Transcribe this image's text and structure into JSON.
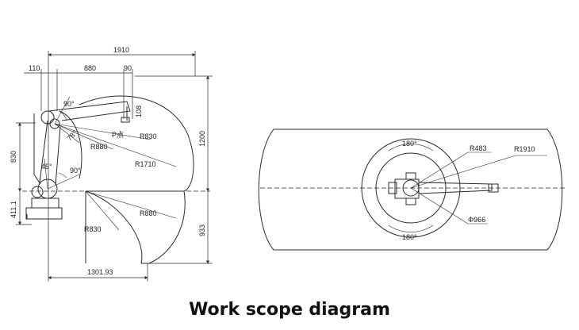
{
  "caption": "Work scope diagram",
  "side_view": {
    "dims": {
      "d1910": "1910",
      "d110": "110",
      "d880": "880",
      "d90": "90",
      "d108": "108",
      "d1200": "1200",
      "d830_left": "830",
      "d411": "411.1",
      "d933": "933",
      "d1301": "1301.93",
      "ang90_top": "90°",
      "ang78": "78°",
      "ang45": "45°",
      "ang90_mid": "90°",
      "r880_upper": "R880",
      "r830_upper": "R830",
      "r1710": "R1710",
      "r830_lower": "R830",
      "r880_lower": "R880",
      "p_point": "P点"
    }
  },
  "top_view": {
    "dims": {
      "ang180_top": "180°",
      "ang180_bottom": "180°",
      "r483": "R483",
      "r1910": "R1910",
      "phi966": "Φ966"
    }
  },
  "colors": {
    "line": "#2a2a2a",
    "dim": "#444444"
  }
}
